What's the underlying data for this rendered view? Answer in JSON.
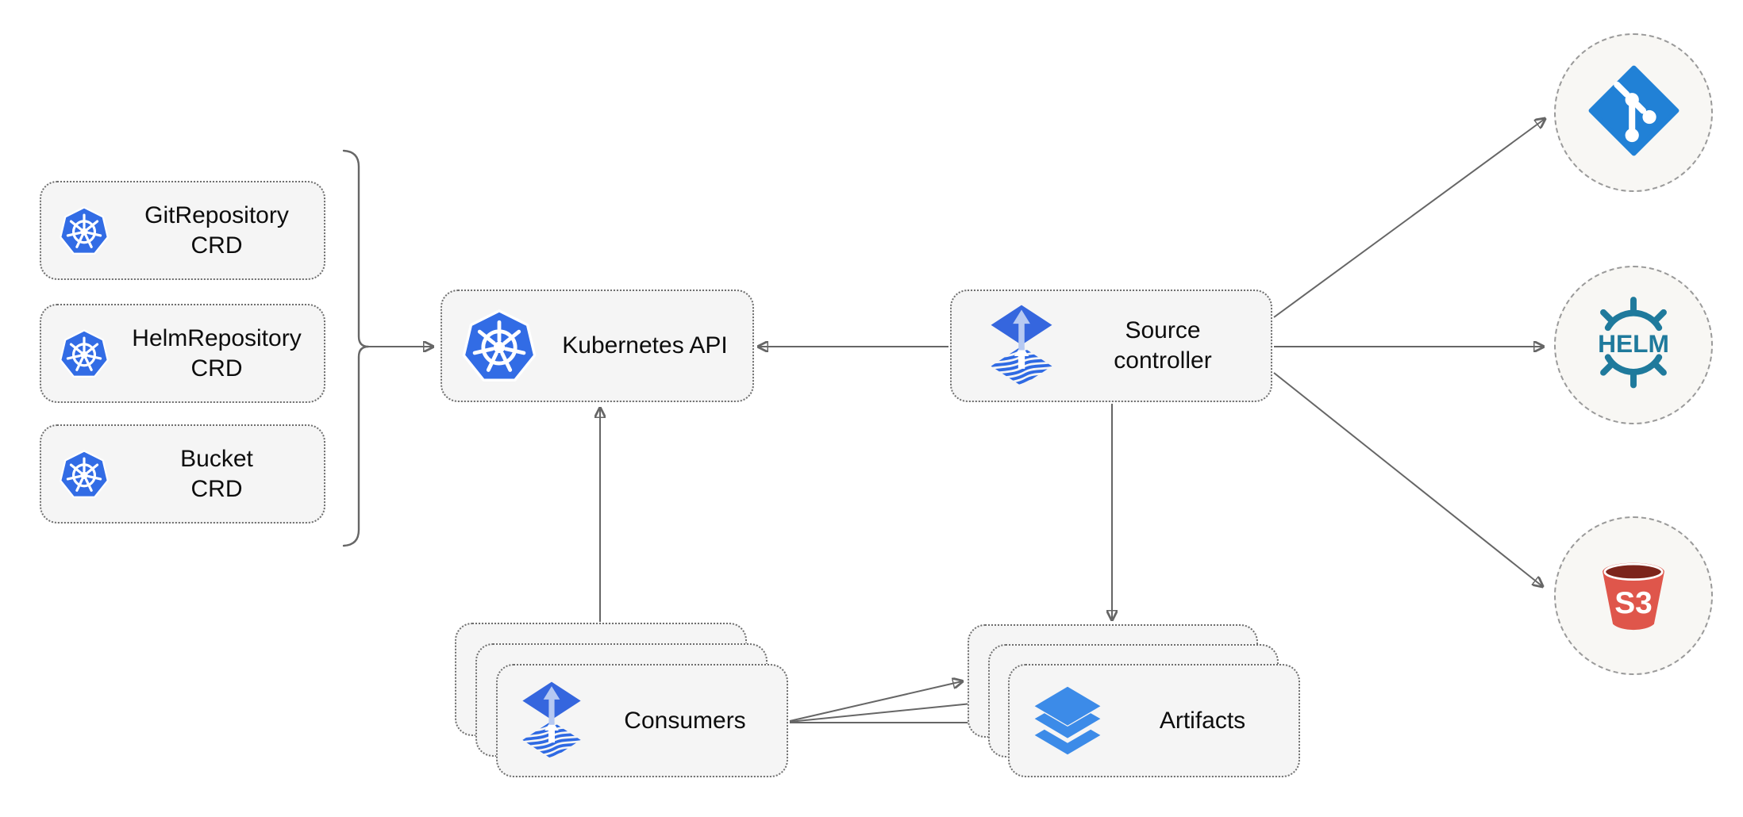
{
  "colors": {
    "box-fill": "#f5f5f5",
    "box-border": "#6f6f6f",
    "arrow-gray": "#666666",
    "circle-fill": "#f8f7f4",
    "circle-border": "#9a9a9a",
    "text-color": "#0d0d0d",
    "k8s-blue": "#326ce5",
    "flux-blue": "#3566de",
    "flux-light": "#b6c9f2",
    "flux-stripe": "#2f6ae3",
    "git-blue": "#2181d6",
    "helm-teal": "#1f7a9c",
    "s3-red": "#df564b",
    "s3-dark": "#7c241b",
    "layers-blue": "#3c8be8"
  },
  "nodes": {
    "crds": [
      {
        "line1": "GitRepository",
        "line2": "CRD",
        "icon": "kubernetes-icon"
      },
      {
        "line1": "HelmRepository",
        "line2": "CRD",
        "icon": "kubernetes-icon"
      },
      {
        "line1": "Bucket",
        "line2": "CRD",
        "icon": "kubernetes-icon"
      }
    ],
    "kubernetes_api": {
      "label": "Kubernetes API",
      "icon": "kubernetes-icon"
    },
    "source_controller": {
      "line1": "Source",
      "line2": "controller",
      "icon": "flux-icon"
    },
    "consumers": {
      "label": "Consumers",
      "icon": "flux-icon"
    },
    "artifacts": {
      "label": "Artifacts",
      "icon": "layers-icon"
    },
    "git_endpoint": {
      "icon": "git-icon"
    },
    "helm_endpoint": {
      "label": "HELM",
      "icon": "helm-icon"
    },
    "s3_endpoint": {
      "label": "S3",
      "icon": "s3-bucket-icon"
    }
  }
}
